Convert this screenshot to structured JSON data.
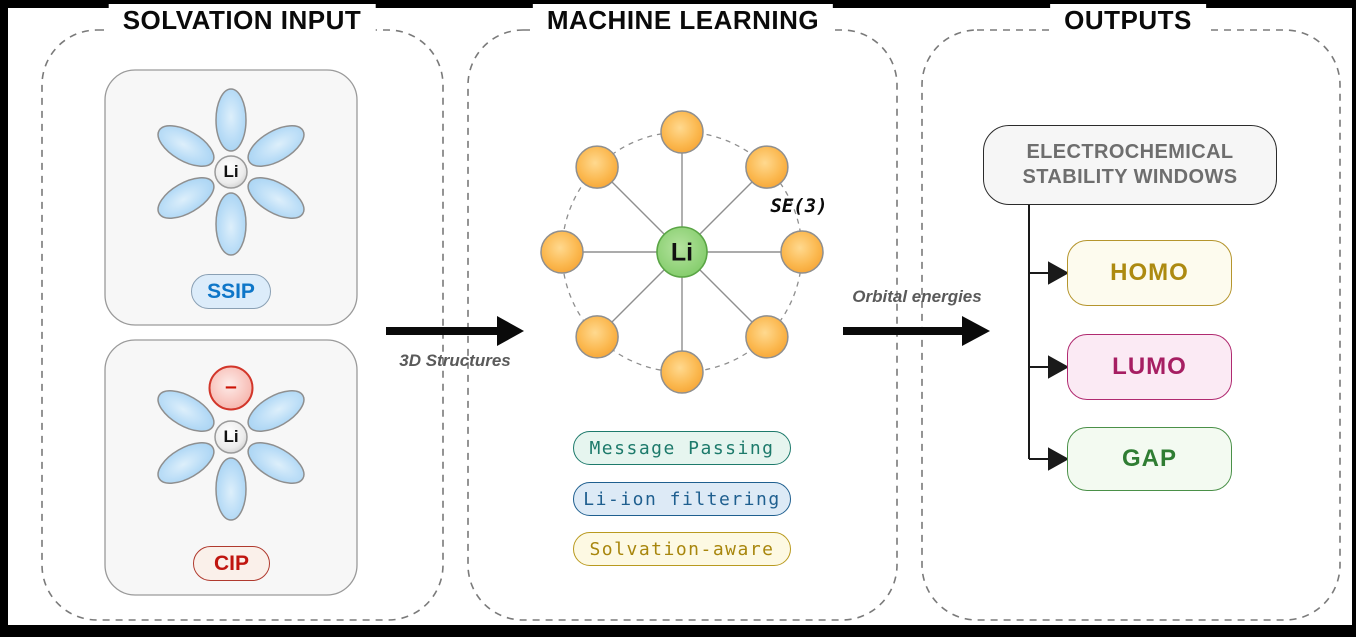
{
  "colors": {
    "panel_border": "#7a7a7a",
    "ssip_accent": "#0e76c8",
    "cip_accent": "#c0150f",
    "solvent_petal_blue": "#b5dcf6",
    "anion_red": "#d2362a",
    "graph_node_orange": "#f9ae3f",
    "graph_li_green": "#8ed077",
    "badge_message_passing_accent": "#1d7a6b",
    "badge_li_ion_accent": "#1f5f8f",
    "badge_solvation_accent": "#a8860d",
    "esw_text_gray": "#6e6e6e",
    "homo_accent": "#ad8a10",
    "lumo_accent": "#a61e62",
    "gap_accent": "#2f7d33",
    "arrow_black": "#0a0a0a"
  },
  "panels": {
    "solvation_input": {
      "title": "SOLVATION INPUT",
      "ssip": {
        "atom": "Li",
        "label": "SSIP"
      },
      "cip": {
        "atom": "Li",
        "anion_charge": "–",
        "label": "CIP"
      }
    },
    "machine_learning": {
      "title": "MACHINE LEARNING",
      "graph": {
        "center_atom": "Li",
        "equivariance_label": "SE(3)"
      },
      "badges": {
        "message_passing": "Message Passing",
        "li_ion_filtering": "Li-ion filtering",
        "solvation_aware": "Solvation-aware"
      }
    },
    "outputs": {
      "title": "OUTPUTS",
      "header": {
        "line1": "ELECTROCHEMICAL",
        "line2": "STABILITY WINDOWS"
      },
      "homo": "HOMO",
      "lumo": "LUMO",
      "gap": "GAP"
    }
  },
  "arrows": {
    "input_to_ml": "3D Structures",
    "ml_to_outputs": "Orbital energies"
  }
}
